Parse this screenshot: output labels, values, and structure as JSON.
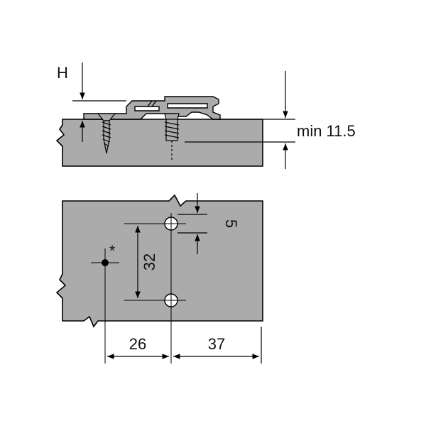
{
  "side_view": {
    "height_label": "H",
    "min_thickness_label": "min 11.5"
  },
  "top_view": {
    "marker_label": "*",
    "hole_offset_label": "5",
    "hole_spacing_label": "32",
    "left_distance_label": "26",
    "right_distance_label": "37"
  },
  "colors": {
    "panel_fill": "#ababab",
    "line": "#000000"
  }
}
